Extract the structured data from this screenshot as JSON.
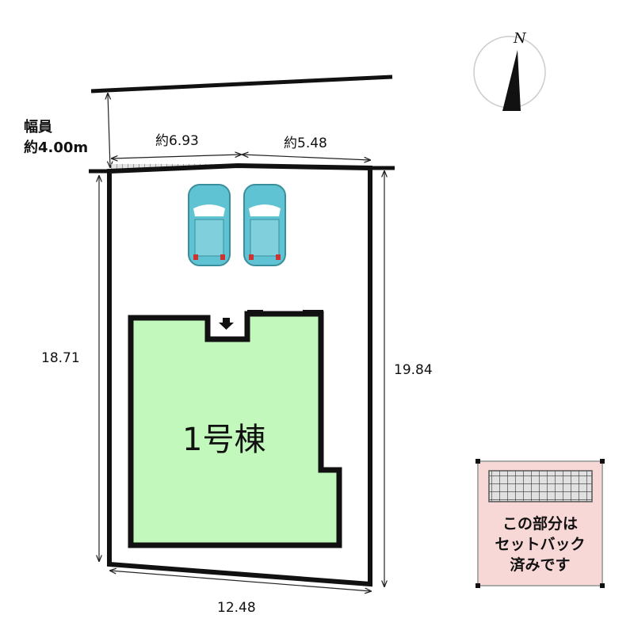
{
  "road": {
    "label_line1": "幅員",
    "label_line2": "約4.00m"
  },
  "dimensions": {
    "frontage_left": "約6.93",
    "frontage_right": "約5.48",
    "left_side": "18.71",
    "right_side": "19.84",
    "rear": "12.48"
  },
  "building": {
    "label": "1号棟"
  },
  "compass": {
    "label": "N"
  },
  "legend": {
    "lines": [
      "この部分は",
      "セットバック",
      "済みです"
    ]
  },
  "colors": {
    "building_fill": "#c2f8bc",
    "car": "#5fc3d3",
    "legend_bg": "#f8d7d7"
  }
}
